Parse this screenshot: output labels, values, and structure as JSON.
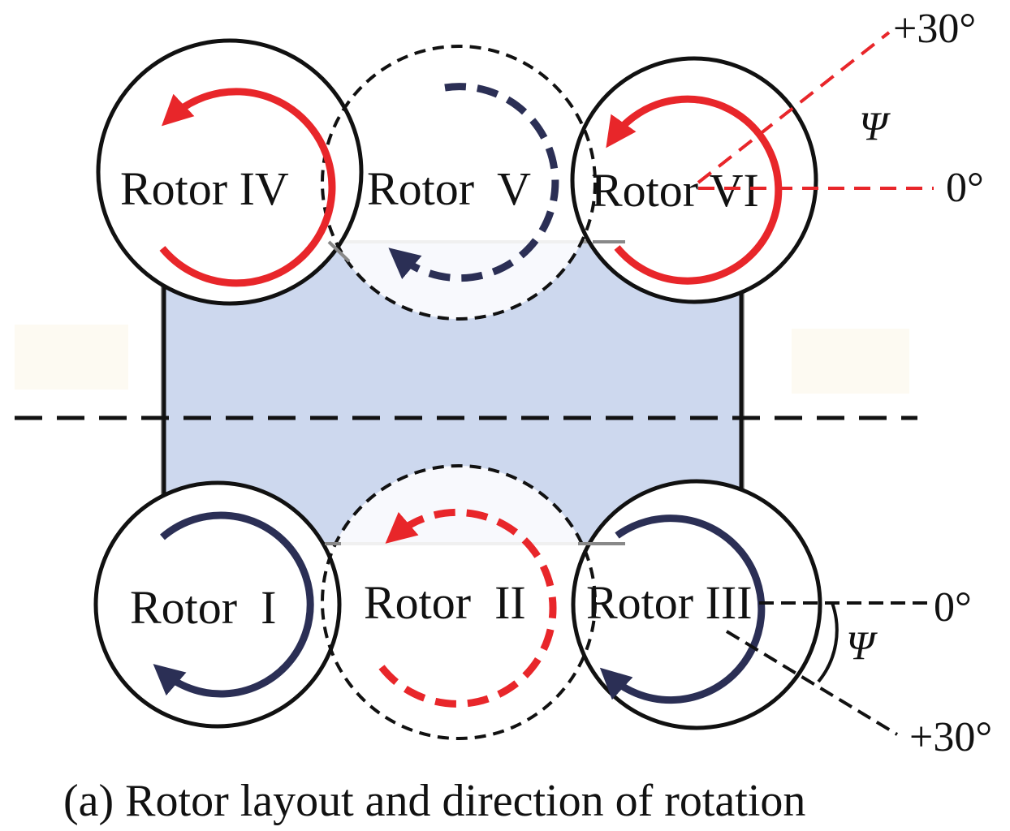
{
  "caption": "(a) Rotor layout and direction of rotation",
  "rotors": {
    "r1": "Rotor  I",
    "r2": "Rotor  II",
    "r3": "Rotor III",
    "r4": "Rotor IV",
    "r5": "Rotor  V",
    "r6": "Rotor VI"
  },
  "angles": {
    "top_plus": "+30°",
    "top_zero": "0°",
    "top_psi": "Ψ",
    "bottom_zero": "0°",
    "bottom_plus": "+30°",
    "bottom_psi": "Ψ"
  },
  "colors": {
    "cw_red": "#e8262a",
    "ccw_navy": "#2b2f55",
    "body_fill": "#cdd8ee",
    "outline": "#111111"
  }
}
